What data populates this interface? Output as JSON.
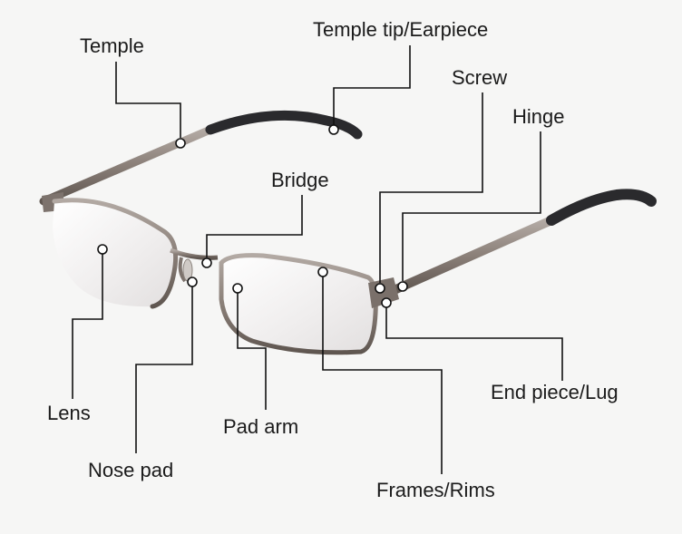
{
  "diagram": {
    "labels": {
      "temple": "Temple",
      "temple_tip": "Temple tip/Earpiece",
      "screw": "Screw",
      "hinge": "Hinge",
      "bridge": "Bridge",
      "lens": "Lens",
      "pad_arm": "Pad arm",
      "nose_pad": "Nose pad",
      "end_piece": "End piece/Lug",
      "frames": "Frames/Rims"
    },
    "colors": {
      "background": "#f6f6f5",
      "metal": "#8c8079",
      "tip": "#2a2a2d",
      "label": "#1b1b1b",
      "leader": "#111111"
    }
  }
}
